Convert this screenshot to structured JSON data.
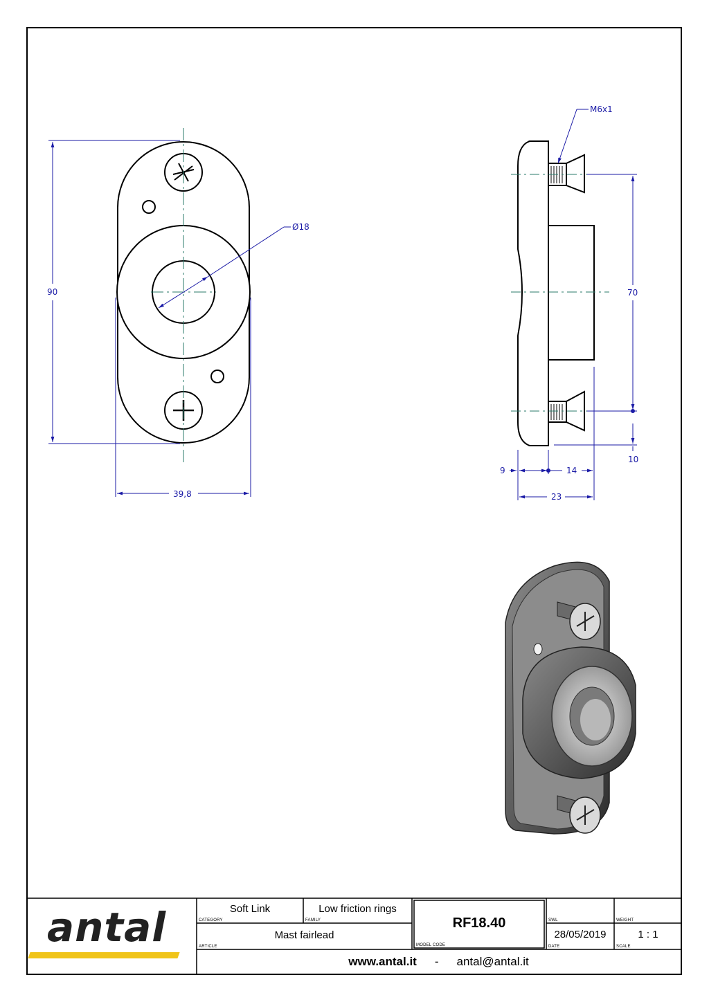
{
  "drawing": {
    "dimensions": {
      "height_total": "90",
      "width": "39,8",
      "bore_diameter": "Ø18",
      "thread": "M6x1",
      "hole_spacing": "70",
      "screw_offset": "10",
      "plate_thickness": "9",
      "ring_depth": "14",
      "total_depth": "23"
    }
  },
  "title_block": {
    "logo_text": "antal",
    "category_value": "Soft Link",
    "category_caption": "CATEGORY",
    "family_value": "Low friction rings",
    "family_caption": "FAMILY",
    "article_value": "Mast fairlead",
    "article_caption": "ARTICLE",
    "model_code_value": "RF18.40",
    "model_code_caption": "MODEL CODE",
    "swl_caption": "SWL",
    "swl_value": "",
    "weight_caption": "WEIGHT",
    "weight_value": "",
    "date_value": "28/05/2019",
    "date_caption": "DATE",
    "scale_value": "1 : 1",
    "scale_caption": "SCALE",
    "website": "www.antal.it",
    "separator": "-",
    "email": "antal@antal.it"
  },
  "colors": {
    "dimension": "#1a1aa6",
    "centerline": "#2a7a6a",
    "logo_bar": "#f0c419"
  }
}
